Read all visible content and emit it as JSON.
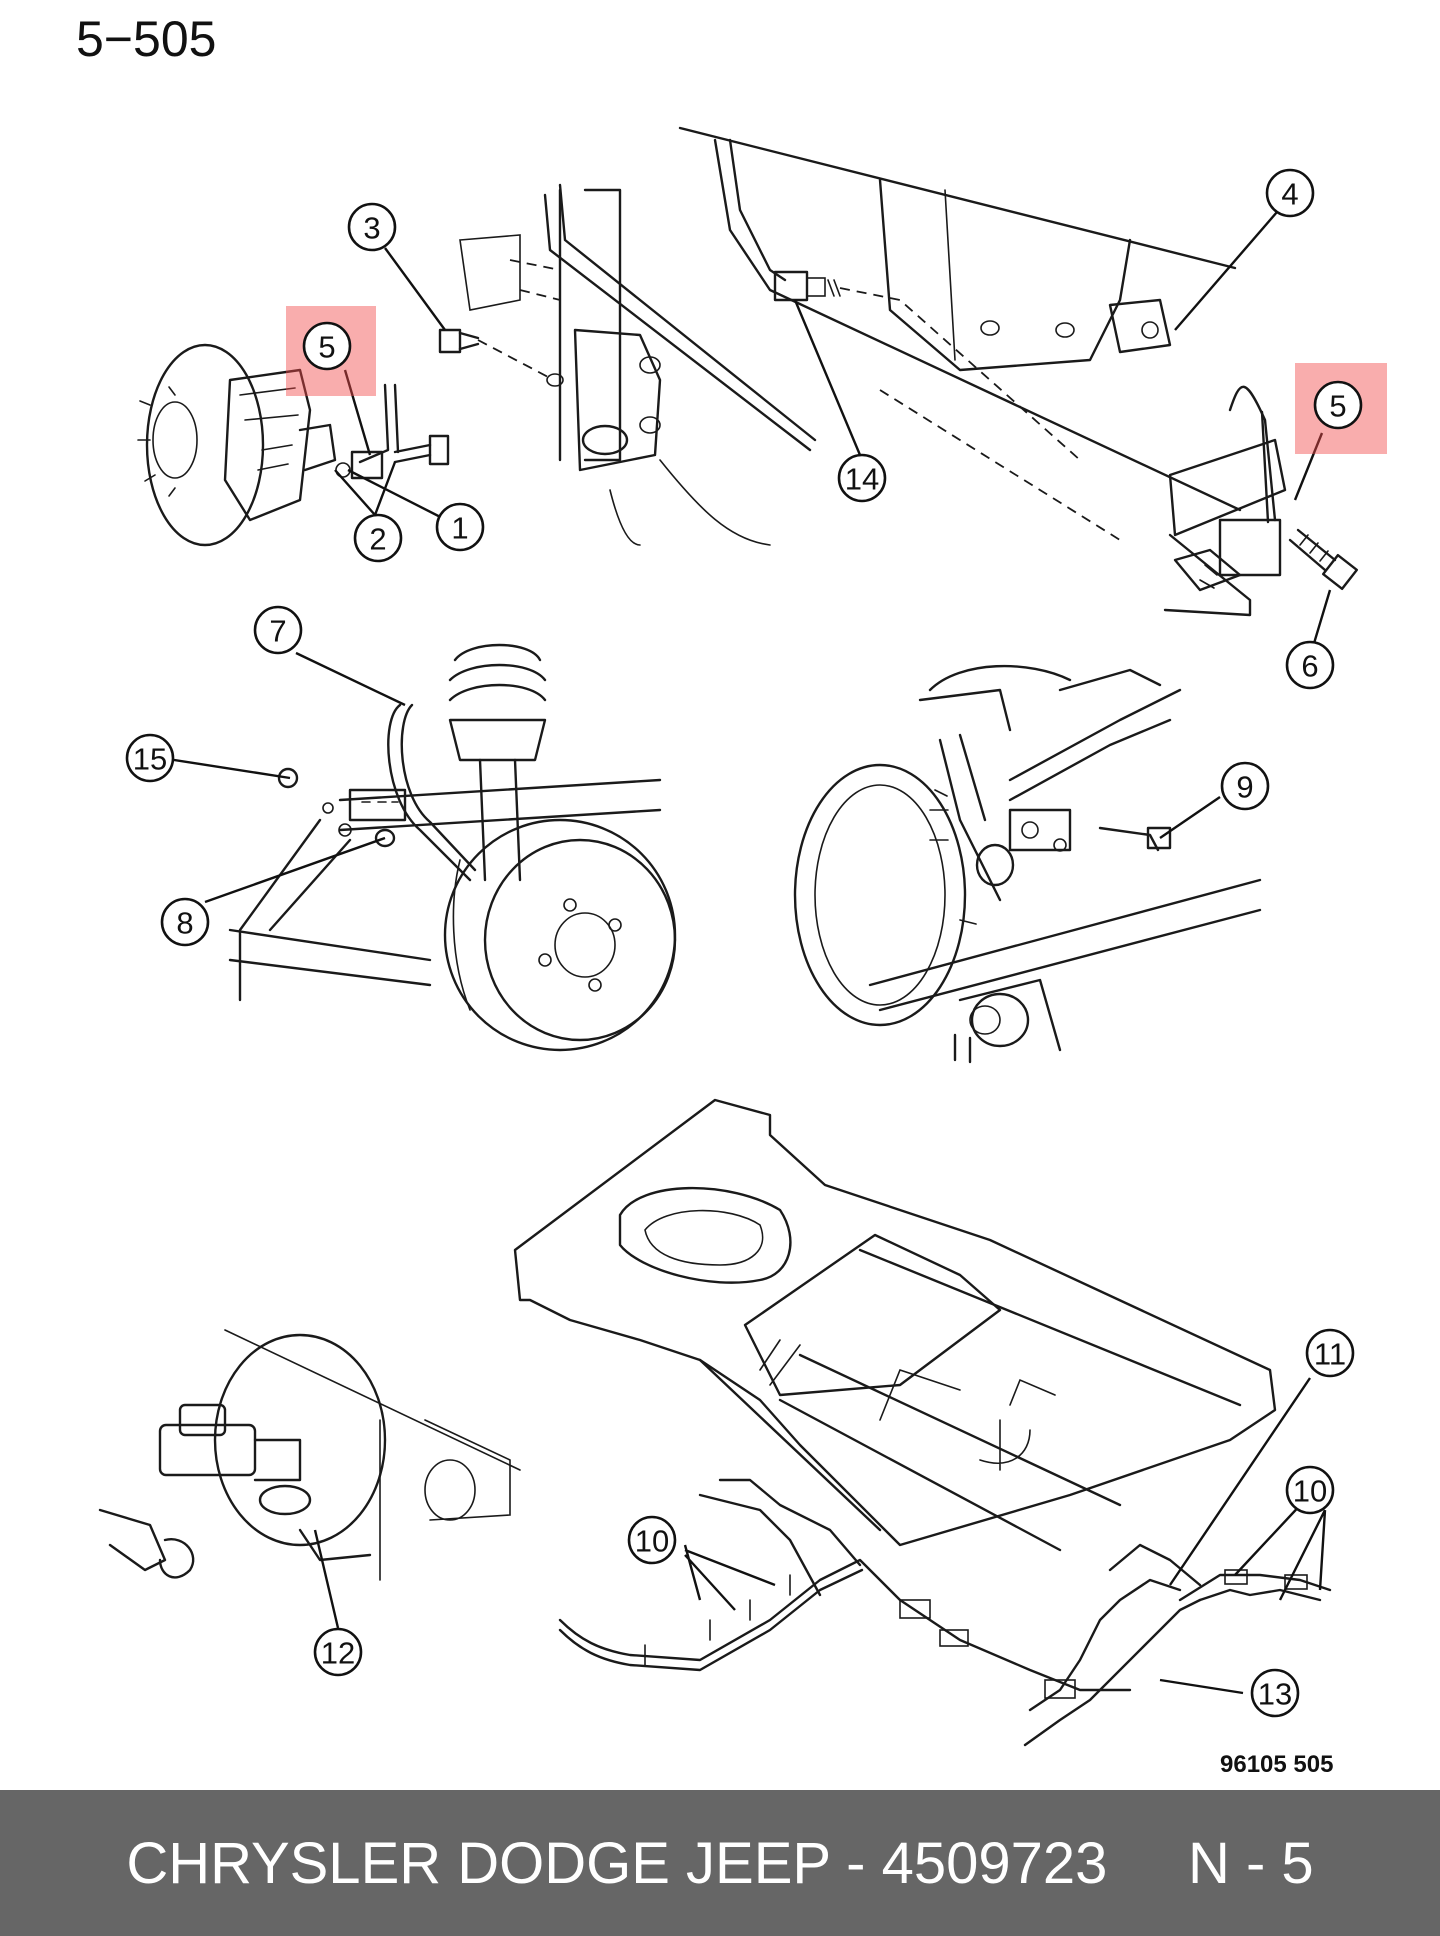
{
  "page_title": "5−505",
  "diagram_code": "96105  505",
  "footer": {
    "text": "CHRYSLER DODGE JEEP - 4509723     N - 5"
  },
  "callouts": {
    "c1": "1",
    "c2": "2",
    "c3": "3",
    "c4": "4",
    "c5a": "5",
    "c5b": "5",
    "c6": "6",
    "c7": "7",
    "c8": "8",
    "c9": "9",
    "c10a": "10",
    "c10b": "10",
    "c11": "11",
    "c12": "12",
    "c13": "13",
    "c14": "14",
    "c15": "15"
  },
  "colors": {
    "highlight": "#f24a4a",
    "footer_bg": "#666666",
    "line": "#1a1a1a"
  }
}
